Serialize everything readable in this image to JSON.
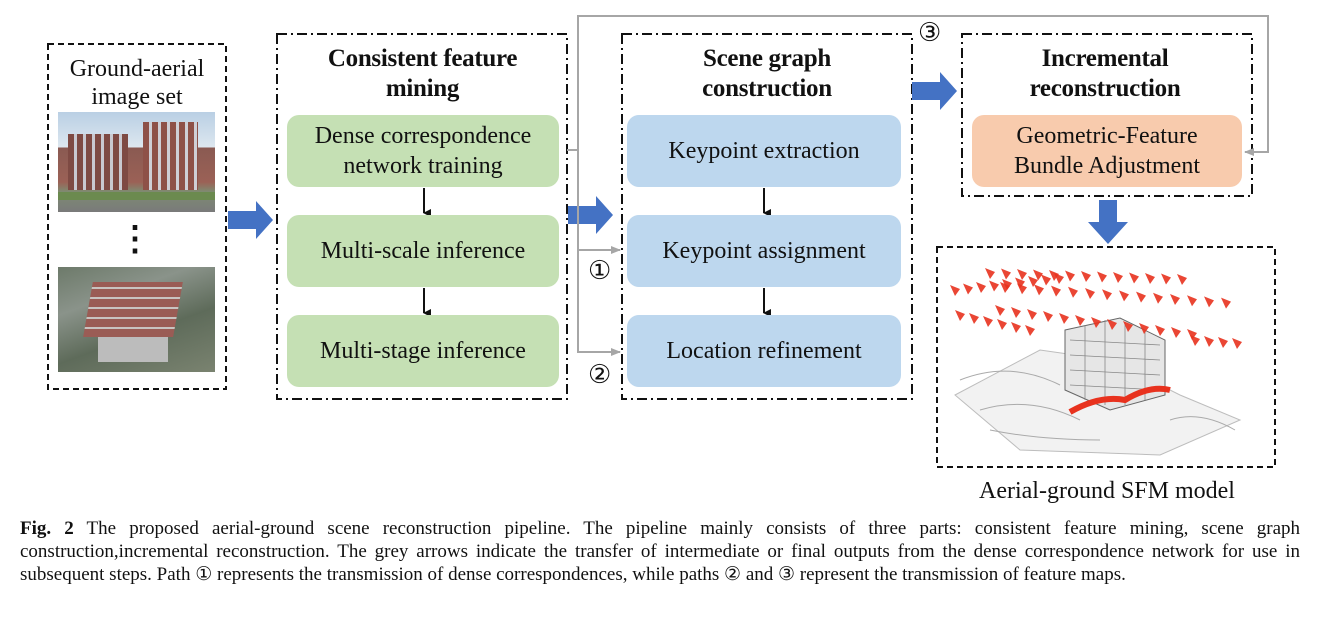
{
  "input": {
    "label": "Ground-aerial image set",
    "ellipsis": "⋮"
  },
  "stage1": {
    "title": "Consistent feature mining",
    "boxes": [
      "Dense correspondence network  training",
      "Multi-scale inference",
      "Multi-stage inference"
    ]
  },
  "stage2": {
    "title": "Scene graph construction",
    "boxes": [
      "Keypoint extraction",
      "Keypoint assignment",
      "Location refinement"
    ]
  },
  "stage3": {
    "title": "Incremental reconstruction",
    "box": "Geometric-Feature Bundle Adjustment"
  },
  "output": {
    "label": "Aerial-ground SFM model"
  },
  "paths": {
    "p1": "①",
    "p2": "②",
    "p3": "③"
  },
  "caption": {
    "fig": "Fig. 2",
    "text": " The proposed aerial-ground scene reconstruction pipeline. The pipeline mainly consists of three parts: consistent feature mining, scene graph construction,incremental reconstruction. The grey arrows indicate the transfer of intermediate or final outputs from the dense correspondence network for use in subsequent steps. Path ① represents the transmission of dense correspondences, while paths ② and ③ represent the transmission of feature maps."
  },
  "colors": {
    "green": "#c5e0b4",
    "blue": "#bdd7ee",
    "orange": "#f8cbad",
    "arrow_blue": "#4472c4",
    "grey": "#a6a6a6",
    "camera_red": "#e8321e"
  }
}
